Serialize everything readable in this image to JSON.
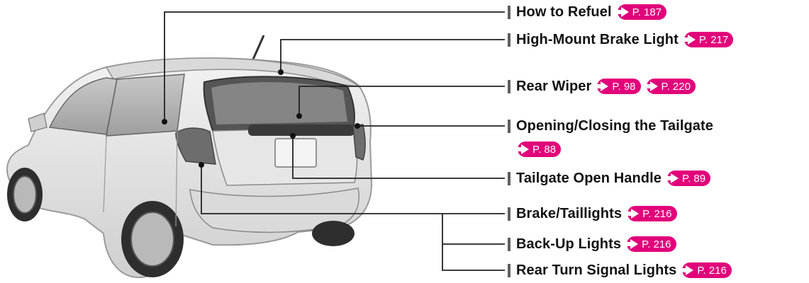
{
  "labels": [
    {
      "text": "How to Refuel",
      "refs": [
        "P. 187"
      ]
    },
    {
      "text": "High-Mount Brake Light",
      "refs": [
        "P. 217"
      ]
    },
    {
      "text": "Rear Wiper",
      "refs": [
        "P. 98",
        "P. 220"
      ]
    },
    {
      "text": "Opening/Closing the Tailgate",
      "refs": []
    },
    {
      "text": "Tailgate Open Handle",
      "refs": [
        "P. 89"
      ]
    },
    {
      "text": "Brake/Taillights",
      "refs": [
        "P. 216"
      ]
    },
    {
      "text": "Back-Up Lights",
      "refs": [
        "P. 216"
      ]
    },
    {
      "text": "Rear Turn Signal Lights",
      "refs": [
        "P. 216"
      ]
    }
  ],
  "tailgate_ref": "P. 88",
  "colors": {
    "ref_pill": "#e2007a",
    "leader": "#222222",
    "car_body": "#e4e4e4"
  }
}
